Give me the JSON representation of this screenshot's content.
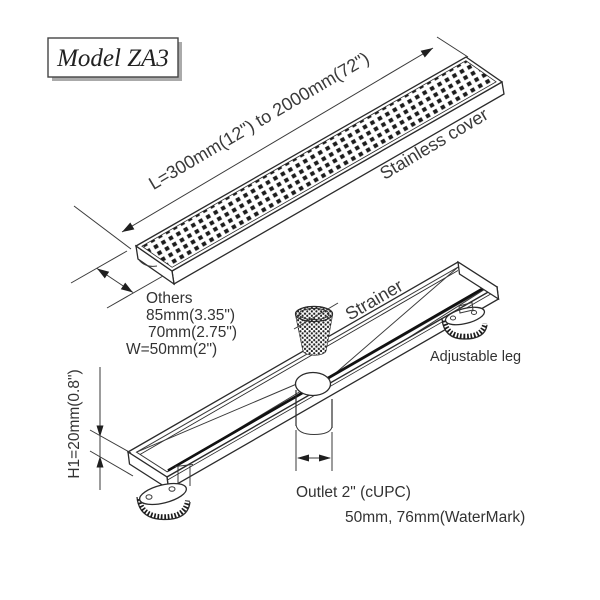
{
  "model_box": {
    "label": "Model ZA3"
  },
  "cover_diagram": {
    "length_dimension_label": "L=300mm(12\") to 2000mm(72\")",
    "cover_label": "Stainless cover",
    "width_options": {
      "heading": "Others",
      "option_1": "85mm(3.35\")",
      "option_2": "70mm(2.75\")",
      "width_label": "W=50mm(2\")"
    }
  },
  "body_diagram": {
    "strainer_label": "Strainer",
    "adjustable_leg_label": "Adjustable leg",
    "height_dimension_label": "H1=20mm(0.8\")",
    "outlet_label": "Outlet  2\" (cUPC)",
    "outlet_size_label": "50mm, 76mm(WaterMark)"
  },
  "colors": {
    "line": "#2b2b2b",
    "text": "#333333",
    "box_shadow": "#aaaaaa",
    "background": "#ffffff"
  }
}
